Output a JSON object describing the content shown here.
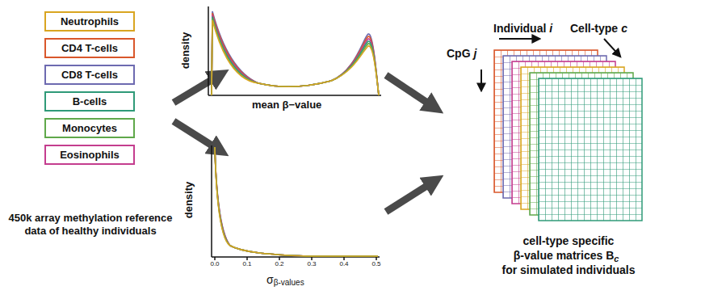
{
  "diagram": {
    "nodes": [
      {
        "text": [
          "Neutrophils"
        ]
      },
      {
        "text": [
          "CD4 T-cells"
        ]
      },
      {
        "text": [
          "CD8 T-cells"
        ]
      },
      {
        "text": [
          "B-cells"
        ]
      },
      {
        "text": [
          "Monocytes"
        ]
      },
      {
        "text": [
          "Eosinophils"
        ]
      }
    ],
    "labels": [
      "density",
      "mean β−value",
      "density",
      "σ",
      "β-values",
      "0.0",
      "0.1",
      "0.2",
      "0.3",
      "0.4",
      "0.5",
      "450k array methylation reference data of healthy individuals",
      "Individual",
      "i",
      "CpG",
      "j",
      "Cell-type",
      "c",
      "cell-type specific",
      "β-value matrices B",
      "c",
      "for simulated individuals"
    ]
  }
}
